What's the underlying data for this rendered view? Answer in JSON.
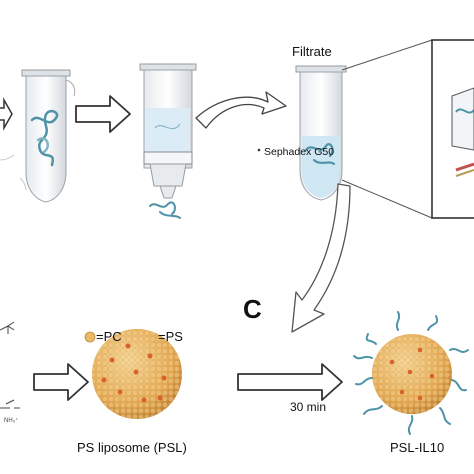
{
  "labels": {
    "filtrate": "Filtrate",
    "sephadex": "Sephadex G50",
    "panel_c": "C",
    "legend_pc": "=PC",
    "legend_ps": "=PS",
    "time": "30 min",
    "psl_caption": "PS liposome (PSL)",
    "pslil10_caption": "PSL-IL10"
  },
  "colors": {
    "pc_bead": "#e9b86a",
    "ps_bead": "#d9622b",
    "protein": "#5fa0b3",
    "liquid": "#c9e3f1",
    "arrow_stroke": "#333333"
  },
  "icons": [
    "microcentrifuge-tube",
    "spin-column",
    "protein-chain",
    "liposome-sphere",
    "block-arrow",
    "curved-arrow"
  ]
}
